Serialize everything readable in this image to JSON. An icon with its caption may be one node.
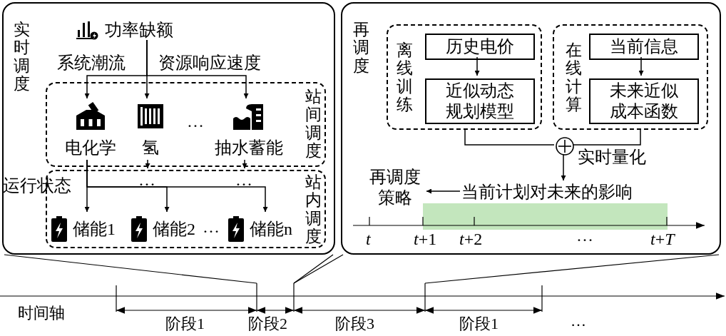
{
  "diagram": {
    "nodes": [
      {
        "text": [
          "实时调度"
        ]
      },
      {
        "text": [
          "功率缺额"
        ],
        "in": 0
      },
      {
        "text": [
          "站间调度"
        ],
        "in": 0
      },
      {
        "text": [
          "电化学"
        ],
        "in": 2
      },
      {
        "text": [
          "氢"
        ],
        "in": 2
      },
      {
        "text": [
          "抽水蓄能"
        ],
        "in": 2
      },
      {
        "text": [
          "站内调度"
        ],
        "in": 0
      },
      {
        "text": [
          "储能1"
        ],
        "in": 6
      },
      {
        "text": [
          "储能2"
        ],
        "in": 6
      },
      {
        "text": [
          "储能n"
        ],
        "in": 6
      },
      {
        "text": [
          "再调度"
        ]
      },
      {
        "text": [
          "离线训练"
        ],
        "in": 10
      },
      {
        "text": [
          "历史电价"
        ],
        "in": 11
      },
      {
        "text": [
          "近似动态规划模型"
        ],
        "in": 11
      },
      {
        "text": [
          "在线计算"
        ],
        "in": 10
      },
      {
        "text": [
          "当前信息"
        ],
        "in": 14
      },
      {
        "text": [
          "未来近似成本函数"
        ],
        "in": 14
      },
      {
        "text": [],
        "shape": "circle",
        "in": 10
      },
      {
        "text": [
          "当前计划对未来的影响"
        ],
        "in": 10
      },
      {
        "text": [
          "再调度策略"
        ],
        "in": 10
      }
    ],
    "edges": [
      {
        "from": 1,
        "to": 3,
        "arrow": "to"
      },
      {
        "from": 1,
        "to": 4,
        "arrow": "to"
      },
      {
        "from": 1,
        "to": 5,
        "arrow": "to"
      },
      {
        "from": 4,
        "to": 6,
        "arrow": "to"
      },
      {
        "from": 5,
        "to": 6,
        "arrow": "to"
      },
      {
        "from": 3,
        "to": 7,
        "arrow": "to"
      },
      {
        "from": 3,
        "to": 8,
        "arrow": "to"
      },
      {
        "from": 3,
        "to": 9,
        "arrow": "to"
      },
      {
        "from": 12,
        "to": 13,
        "arrow": "to"
      },
      {
        "from": 15,
        "to": 16,
        "arrow": "to"
      },
      {
        "from": 11,
        "to": 17,
        "arrow": "none"
      },
      {
        "from": 14,
        "to": 17,
        "arrow": "none"
      },
      {
        "from": 17,
        "to": 18,
        "arrow": "to",
        "label": "实时量化"
      },
      {
        "from": 18,
        "to": 19,
        "arrow": "to"
      },
      {
        "from": 0,
        "to": null,
        "arrow": "none"
      },
      {
        "from": 0,
        "to": null,
        "arrow": "none"
      },
      {
        "from": 10,
        "to": null,
        "arrow": "none"
      },
      {
        "from": 10,
        "to": null,
        "arrow": "none"
      }
    ],
    "labels": [
      "系统潮流",
      "资源响应速度",
      "…",
      "运行状态",
      "…",
      "…",
      "…",
      "*t*",
      "*t*+1",
      "*t*+2",
      "…",
      "*t*+*T*",
      "时间轴",
      "阶段1",
      "阶段2",
      "阶段3",
      "阶段1",
      "…"
    ]
  }
}
